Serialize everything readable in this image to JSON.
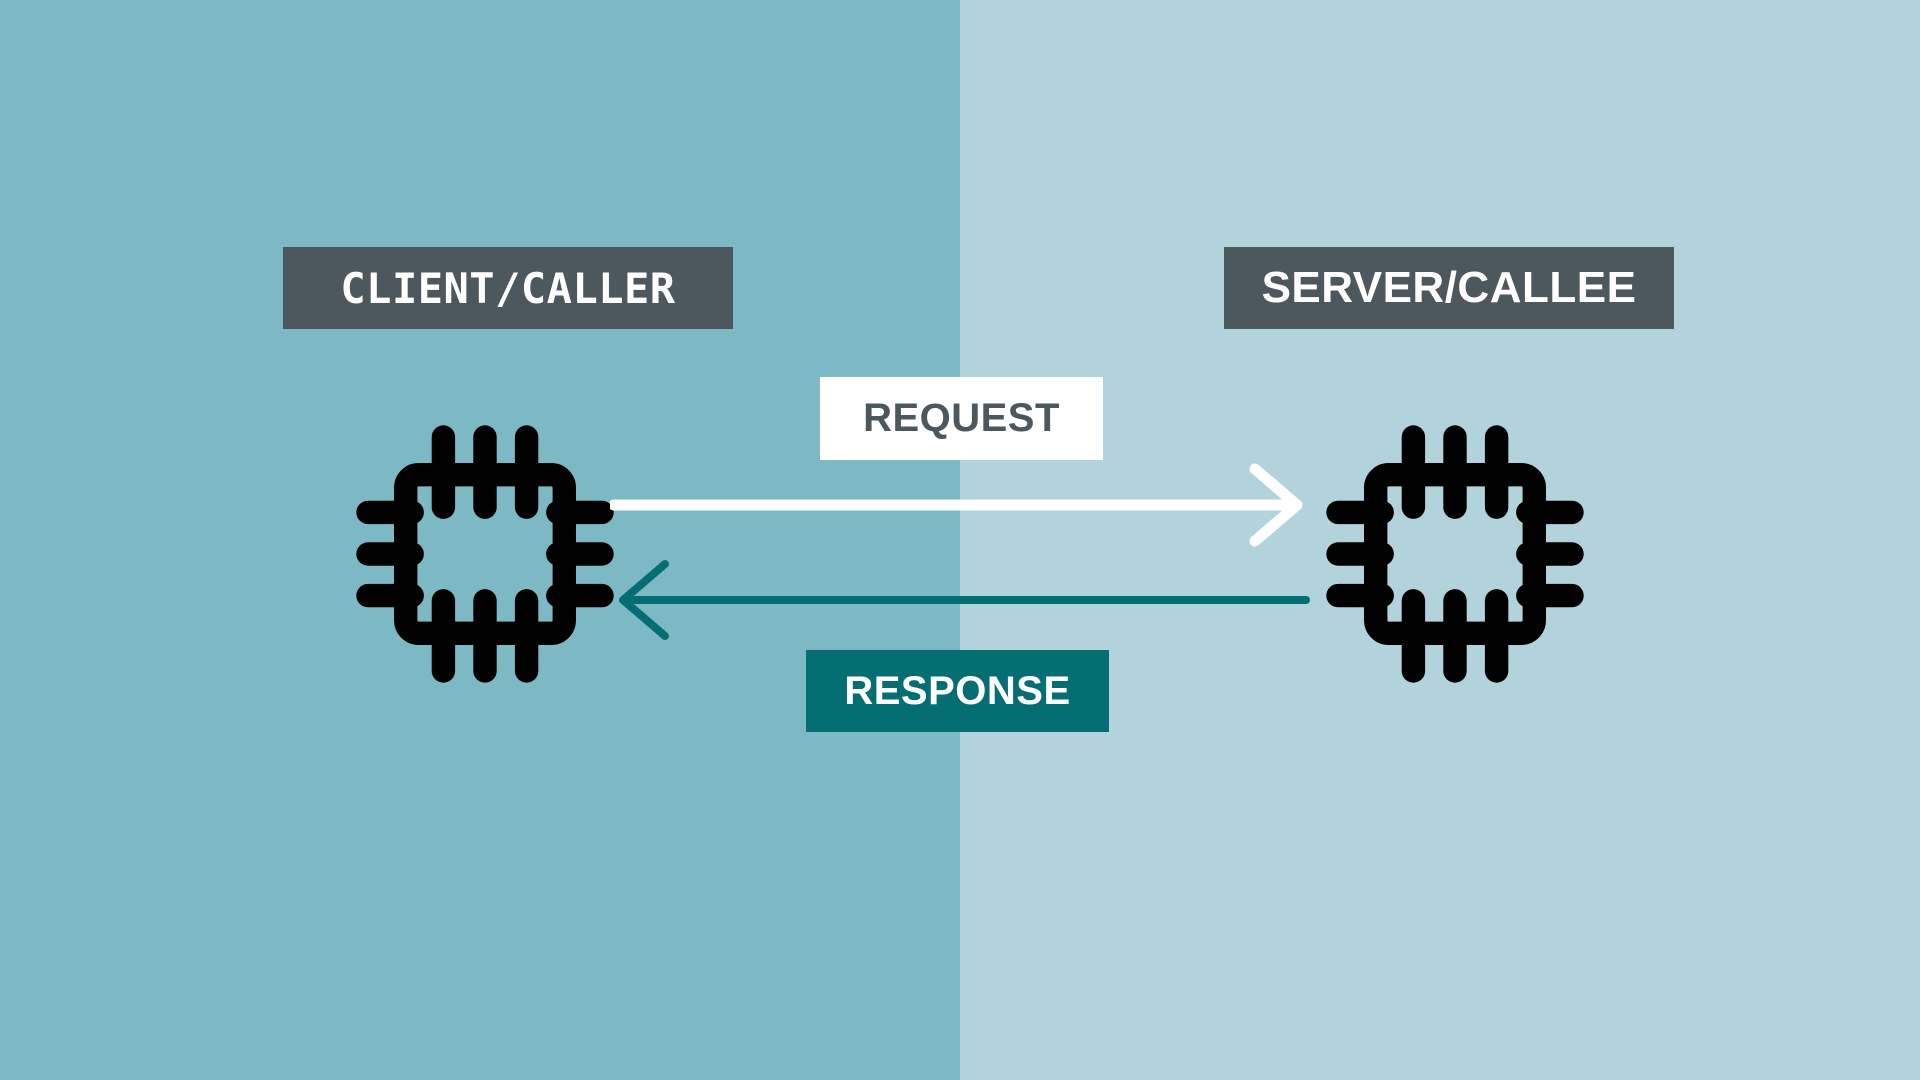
{
  "diagram": {
    "type": "request-response-sequence",
    "background": {
      "left_color": "#7DB9C4",
      "right_color": "#B2D3DB",
      "split_x_ratio": 0.5
    },
    "participants": [
      {
        "id": "client",
        "label": "CLIENT/CALLER",
        "side": "left",
        "chip_background": "#4C585E",
        "chip_text_color": "#FFFFFF",
        "icon": "cpu-chip-icon",
        "icon_color": "#000000"
      },
      {
        "id": "server",
        "label": "SERVER/CALLEE",
        "side": "right",
        "chip_background": "#4C585E",
        "chip_text_color": "#FFFFFF",
        "icon": "cpu-chip-icon",
        "icon_color": "#000000"
      }
    ],
    "messages": [
      {
        "id": "request",
        "label": "REQUEST",
        "direction": "left-to-right",
        "from": "client",
        "to": "server",
        "arrow_color": "#FFFFFF",
        "chip_background": "#FFFFFF",
        "chip_text_color": "#4C585E",
        "label_position": "above-arrow"
      },
      {
        "id": "response",
        "label": "RESPONSE",
        "direction": "right-to-left",
        "from": "server",
        "to": "client",
        "arrow_color": "#046E72",
        "chip_background": "#046E72",
        "chip_text_color": "#FFFFFF",
        "label_position": "below-arrow"
      }
    ]
  }
}
